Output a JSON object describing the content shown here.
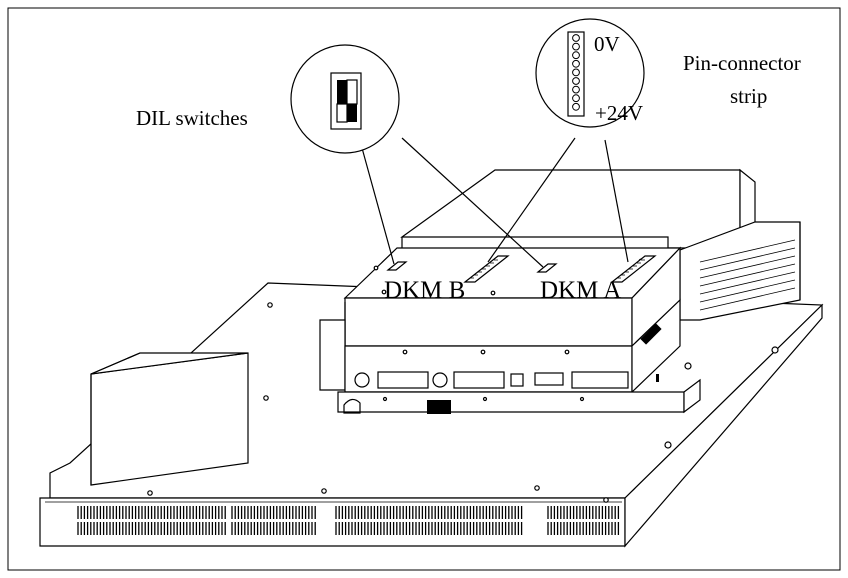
{
  "labels": {
    "dil_switches": "DIL switches",
    "pin_connector_line1": "Pin-connector",
    "pin_connector_line2": "strip",
    "dkm_b": "DKM B",
    "dkm_a": "DKM A",
    "voltage_0v": "0V",
    "voltage_24v": "+24V"
  }
}
